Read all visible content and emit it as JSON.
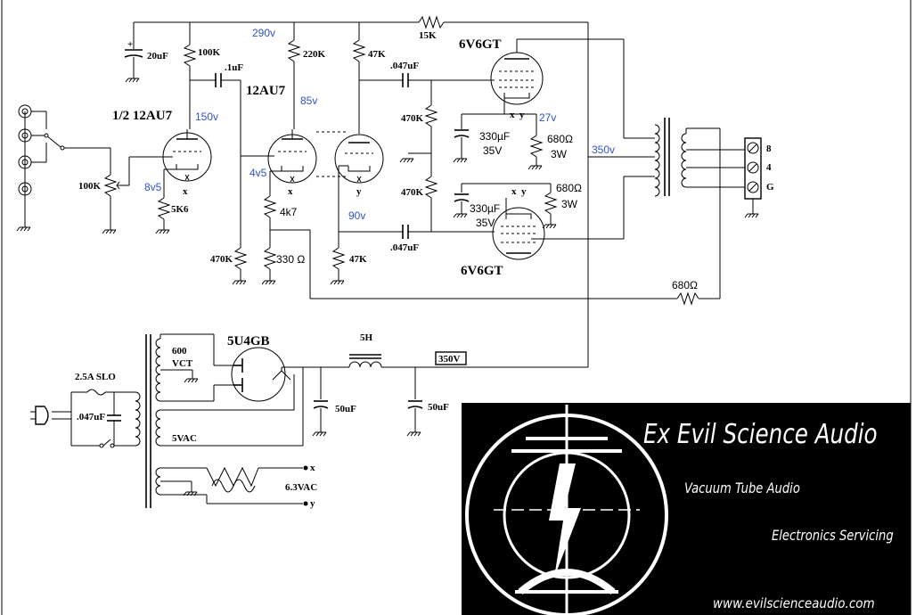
{
  "tubes": {
    "v1": "1/2 12AU7",
    "v2": "12AU7",
    "out_top": "6V6GT",
    "out_bottom": "6V6GT",
    "rectifier": "5U4GB"
  },
  "components": {
    "c_20uf": "20uF",
    "r_100k_plate": "100K",
    "c_1uf": ".1uF",
    "r_220k": "220K",
    "r_47k_top": "47K",
    "r_15k": "15K",
    "c_047_top": ".047uF",
    "c_047_bottom": ".047uF",
    "r_470k_a": "470K",
    "r_470k_b": "470K",
    "r_470k_c": "470K",
    "c_330_top": "330µF",
    "v_35_top": "35V",
    "r_680_top": "680Ω",
    "w_3_top": "3W",
    "c_330_bottom": "330µF",
    "v_35_bottom": "35V",
    "r_680_bottom": "680Ω",
    "w_3_bottom": "3W",
    "pot_100k": "100K",
    "r_5k6": "5K6",
    "r_4k7": "4k7",
    "r_330": "330 Ω",
    "r_47k_bottom": "47K",
    "r_680_fb": "680Ω",
    "choke": "5H",
    "b_plus": "350V",
    "c_50uf_a": "50uF",
    "c_50uf_b": "50uF",
    "fuse": "2.5A SLO",
    "c_047_mains": ".047uF",
    "w_600vct": "600",
    "w_vct": "VCT",
    "w_5vac": "5VAC",
    "w_63vac": "6.3VAC"
  },
  "voltages": {
    "v290": "290v",
    "v150": "150v",
    "v85": "85v",
    "v8v5": "8v5",
    "v4v5": "4v5",
    "v90": "90v",
    "v27": "27v",
    "v350": "350v"
  },
  "pins": {
    "x": "x",
    "y": "y"
  },
  "speaker_taps": [
    "8",
    "4",
    "G"
  ],
  "logo": {
    "title": "Ex Evil Science Audio",
    "sub1": "Vacuum Tube Audio",
    "sub2": "Electronics Servicing",
    "url": "www.evilscienceaudio.com"
  },
  "colors": {
    "voltage_text": "#2f53c7",
    "logo_bg": "#000000",
    "logo_fg": "#ffffff"
  }
}
